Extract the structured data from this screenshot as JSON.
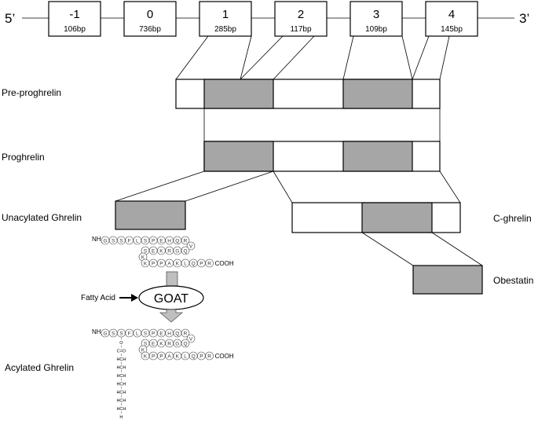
{
  "gene": {
    "five_prime": "5’",
    "three_prime": "3’",
    "exons": [
      {
        "num": "-1",
        "size": "106bp"
      },
      {
        "num": "0",
        "size": "736bp"
      },
      {
        "num": "1",
        "size": "285bp"
      },
      {
        "num": "2",
        "size": "117bp"
      },
      {
        "num": "3",
        "size": "109bp"
      },
      {
        "num": "4",
        "size": "145bp"
      }
    ]
  },
  "labels": {
    "pre_proghrelin": "Pre-proghrelin",
    "proghrelin": "Proghrelin",
    "unacylated": "Unacylated Ghrelin",
    "c_ghrelin": "C-ghrelin",
    "obestatin": "Obestatin",
    "fatty_acid": "Fatty Acid",
    "goat": "GOAT",
    "acylated": "Acylated Ghrelin"
  },
  "sequence": {
    "nh2": "NH",
    "nh2_sub": "2",
    "row1": [
      "G",
      "S",
      "S",
      "F",
      "L",
      "S",
      "P",
      "E",
      "H",
      "Q",
      "R"
    ],
    "turn1": "V",
    "row2": [
      "S",
      "E",
      "K",
      "R",
      "G",
      "Q"
    ],
    "turn2": "K",
    "row3": [
      "K",
      "P",
      "P",
      "A",
      "K",
      "L",
      "Q",
      "P",
      "R"
    ],
    "cooh": "COOH",
    "acyl_chain": [
      "O",
      "C=O",
      "HCH",
      "HCH",
      "HCH",
      "HCH",
      "HCH",
      "HCH",
      "HCH",
      "H"
    ]
  },
  "colors": {
    "gray_fill": "#a6a6a6"
  }
}
